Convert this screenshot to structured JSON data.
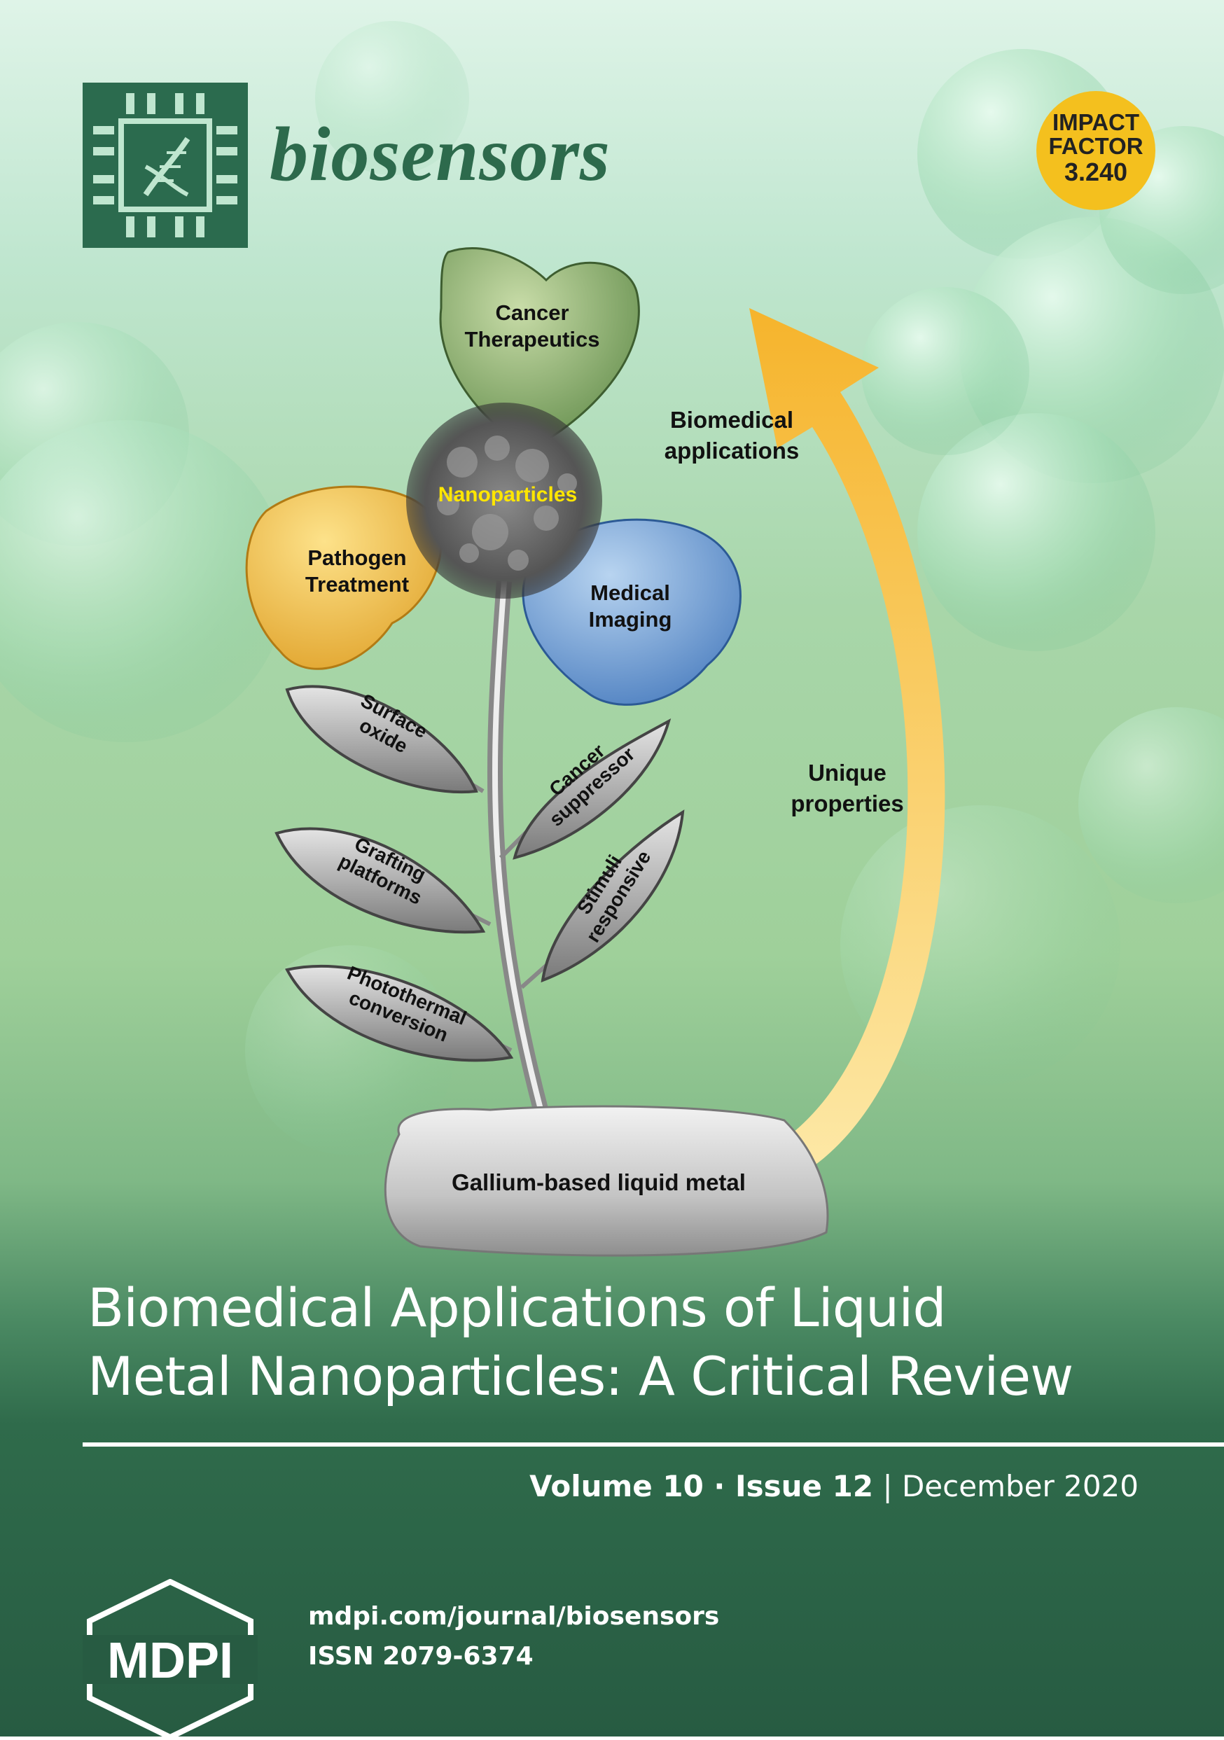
{
  "journal": {
    "name": "biosensors",
    "impact_label_1": "IMPACT",
    "impact_label_2": "FACTOR",
    "impact_value": "3.240"
  },
  "figure": {
    "petal_cancer_1": "Cancer",
    "petal_cancer_2": "Therapeutics",
    "center": "Nanoparticles",
    "petal_pathogen_1": "Pathogen",
    "petal_pathogen_2": "Treatment",
    "petal_medical_1": "Medical",
    "petal_medical_2": "Imaging",
    "leaf_1_a": "Surface",
    "leaf_1_b": "oxide",
    "leaf_2_a": "Grafting",
    "leaf_2_b": "platforms",
    "leaf_3_a": "Photothermal",
    "leaf_3_b": "conversion",
    "leaf_4_a": "Cancer",
    "leaf_4_b": "suppressor",
    "leaf_5_a": "Stimuli",
    "leaf_5_b": "responsive",
    "base": "Gallium-based liquid metal",
    "arrow_top_1": "Biomedical",
    "arrow_top_2": "applications",
    "arrow_mid_1": "Unique",
    "arrow_mid_2": "properties"
  },
  "cover": {
    "title_line_1": "Biomedical Applications of Liquid",
    "title_line_2": "Metal Nanoparticles: A Critical Review",
    "volume": "Volume 10",
    "separator_dot": " · ",
    "issue": "Issue 12",
    "bar": " | ",
    "date": "December 2020"
  },
  "footer": {
    "publisher": "MDPI",
    "url": "mdpi.com/journal/biosensors",
    "issn": "ISSN 2079-6374"
  },
  "colors": {
    "brand_green": "#2b6b4e",
    "impact_yellow": "#f4c01e",
    "arrow_orange": "#f6b93a"
  }
}
